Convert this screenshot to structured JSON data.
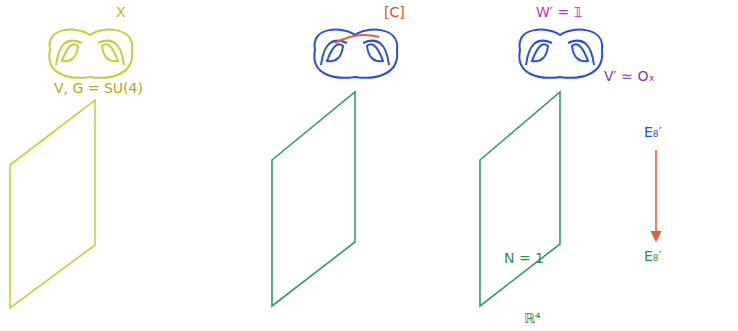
{
  "diagram": {
    "labels": [
      "X",
      "V, G = SU(4)",
      "[C]",
      "W′ = 𝟙",
      "V′ ≃ Oₓ",
      "E₈′",
      "E₈′",
      "N = 1",
      "ℝ⁴"
    ]
  }
}
